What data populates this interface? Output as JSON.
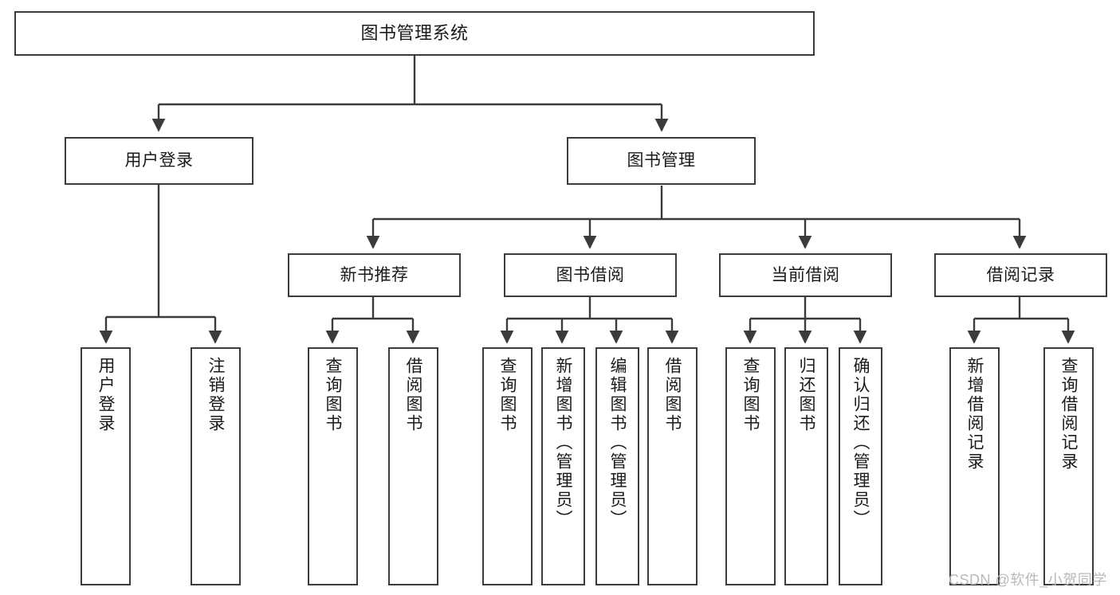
{
  "diagram": {
    "title": "图书管理系统",
    "type": "hierarchy-tree",
    "line_color": "#3b3b3b",
    "box_fill": "#ffffff",
    "text_color": "#1a1a1a"
  },
  "nodes": {
    "root": {
      "label": "图书管理系统"
    },
    "level2": [
      {
        "label": "用户登录"
      },
      {
        "label": "图书管理"
      }
    ],
    "level3": [
      {
        "label": "新书推荐"
      },
      {
        "label": "图书借阅"
      },
      {
        "label": "当前借阅"
      },
      {
        "label": "借阅记录"
      }
    ],
    "leaves": {
      "user_login": [
        {
          "label": "用户登录"
        },
        {
          "label": "注销登录"
        }
      ],
      "new_book": [
        {
          "label": "查询图书"
        },
        {
          "label": "借阅图书"
        }
      ],
      "book_borrow": [
        {
          "label": "查询图书"
        },
        {
          "label": "新增图书（管理员）"
        },
        {
          "label": "编辑图书（管理员）"
        },
        {
          "label": "借阅图书"
        }
      ],
      "current_borrow": [
        {
          "label": "查询图书"
        },
        {
          "label": "归还图书"
        },
        {
          "label": "确认归还（管理员）"
        }
      ],
      "borrow_record": [
        {
          "label": "新增借阅记录"
        },
        {
          "label": "查询借阅记录"
        }
      ]
    }
  },
  "watermark": {
    "text": "CSDN @软件_小贺同学"
  }
}
